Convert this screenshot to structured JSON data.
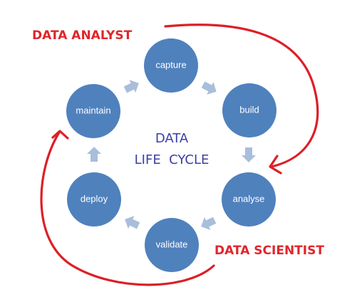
{
  "diagram": {
    "center_title_line1": "DATA",
    "center_title_line2": "LIFE  CYCLE",
    "stages": [
      "capture",
      "build",
      "analyse",
      "validate",
      "deploy",
      "maintain"
    ],
    "roles": {
      "analyst": "DATA ANALYST",
      "scientist": "DATA SCIENTIST"
    },
    "colors": {
      "circle": "#4f81bd",
      "cycle_arrow": "#a9bedb",
      "role": "#dc1f26",
      "center_text": "#3b3fa6"
    }
  }
}
